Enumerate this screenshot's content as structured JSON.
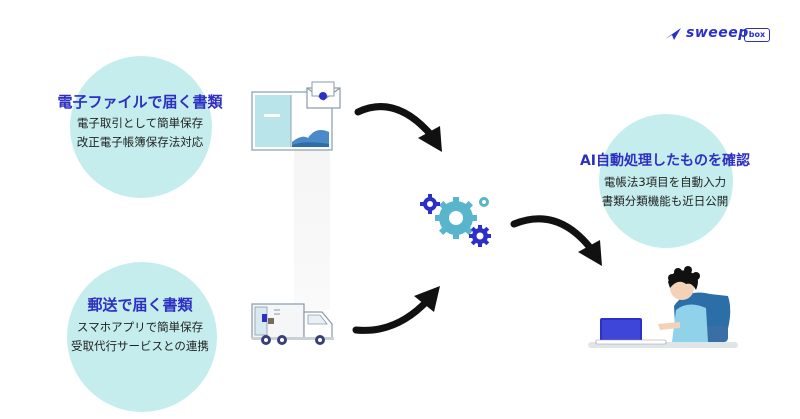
{
  "logo": {
    "name": "sweeep",
    "badge": "box"
  },
  "sources": [
    {
      "title": "電子ファイルで届く書類",
      "lines": [
        "電子取引として簡単保存",
        "改正電子帳簿保存法対応"
      ]
    },
    {
      "title": "郵送で届く書類",
      "lines": [
        "スマホアプリで簡単保存",
        "受取代行サービスとの連携"
      ]
    }
  ],
  "result": {
    "title": "AI自動処理したものを確認",
    "lines": [
      "電帳法3項目を自動入力",
      "書類分類機能も近日公開"
    ]
  },
  "icons": [
    "envelope-icon",
    "document-window-icon",
    "delivery-truck-icon",
    "gears-icon",
    "person-laptop-icon",
    "sweeep-logo-icon"
  ],
  "colors": {
    "accent": "#2d2fc3",
    "circle": "#c5eded",
    "gear": "#58b5cc",
    "gear_dark": "#2b30c8"
  }
}
